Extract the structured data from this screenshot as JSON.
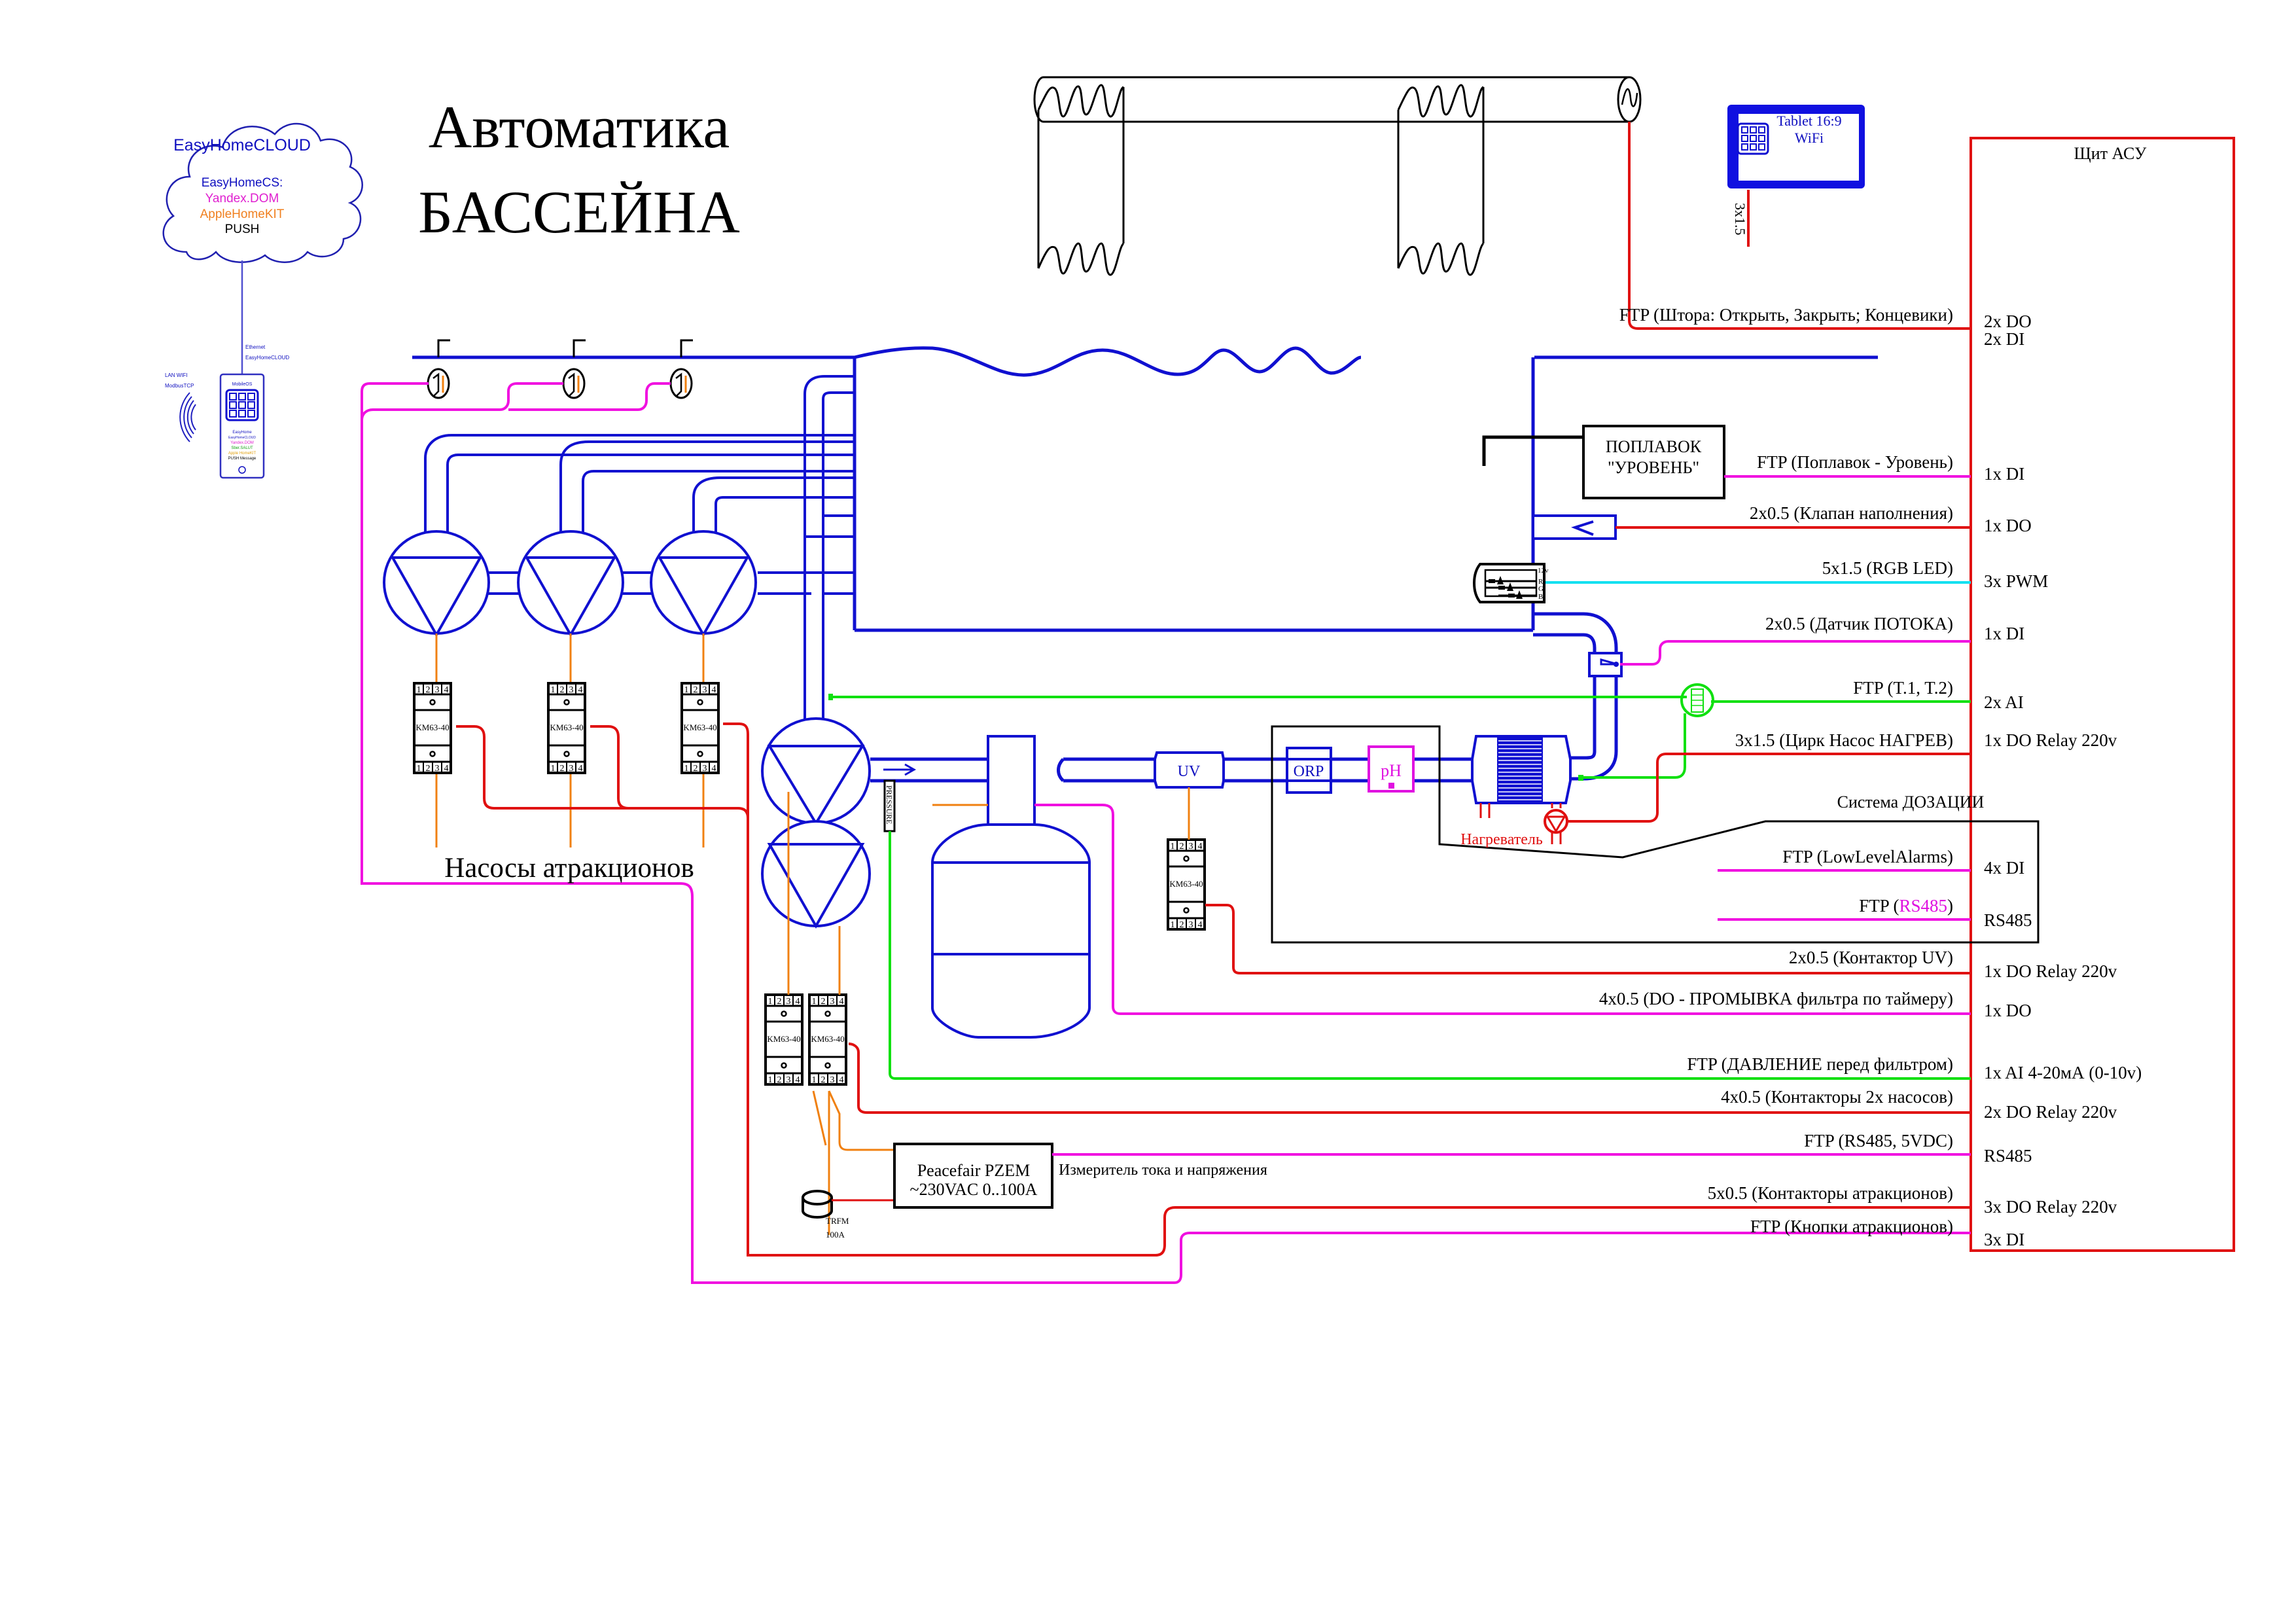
{
  "title": {
    "line1": "Автоматика",
    "line2": "БАССЕЙНА"
  },
  "cloud": {
    "title": "EasyHomeCLOUD",
    "subtitle": "EasyHomeCS:",
    "item_yandex": "Yandex.DOM",
    "item_apple": "AppleHomeKIT",
    "item_push": "PUSH"
  },
  "phone": {
    "ethernet_label": "Ethernet",
    "cloud_label": "EasyHomeCLOUD",
    "lan_label": "LAN WIFI",
    "modbus_label": "ModbusTCP",
    "os_label": "MobileOS",
    "apps": [
      "EasyHome",
      "EasyHomeCLOUD",
      "Yandex.DOM",
      "Sber.SALUT",
      "Apple HomeKIT",
      "PUSH Message"
    ]
  },
  "tablet": {
    "line1": "Tablet 16:9",
    "line2": "WiFi",
    "cable": "3x1.5"
  },
  "panel": {
    "title": "Щит АСУ"
  },
  "float_sensor": {
    "line1": "ПОПЛАВОК",
    "line2": "\"УРОВЕНЬ\""
  },
  "rgb_labels": [
    "12v",
    "R",
    "G",
    "B"
  ],
  "equipment": {
    "uv": "UV",
    "orp": "ORP",
    "ph": "pH",
    "heater": "Нагреватель",
    "pressure": "PRESSURE",
    "dosing": "Система ДОЗАЦИИ",
    "attraction_pumps": "Насосы атракционов",
    "pzem_line1": "Peacefair PZEM",
    "pzem_line2": "~230VAC 0..100A",
    "pzem_desc": "Измеритель тока и напряжения",
    "trfm_line1": "TRFM",
    "trfm_line2": "100A",
    "contactor_model": "KM63-40",
    "terminal_numbers": [
      "1",
      "2",
      "3",
      "4"
    ]
  },
  "connections": [
    {
      "cable": "FTP (Штора: Открыть, Закрыть; Концевики)",
      "io": [
        "2x DO",
        "2x DI"
      ],
      "color": "#e01010"
    },
    {
      "cable": "FTP (Поплавок - Уровень)",
      "io": [
        "1x DI"
      ],
      "color": "#f010e0"
    },
    {
      "cable": "2x0.5 (Клапан наполнения)",
      "io": [
        "1x DO"
      ],
      "color": "#e01010"
    },
    {
      "cable": "5x1.5 (RGB LED)",
      "io": [
        "3x PWM"
      ],
      "color": "#10e0f0"
    },
    {
      "cable": "2x0.5 (Датчик ПОТОКА)",
      "io": [
        "1x DI"
      ],
      "color": "#f010e0"
    },
    {
      "cable": "FTP (T.1, T.2)",
      "io": [
        "2x AI"
      ],
      "color": "#10e010"
    },
    {
      "cable": "3x1.5 (Цирк Насос НАГРЕВ)",
      "io": [
        "1x DO Relay 220v"
      ],
      "color": "#e01010"
    },
    {
      "cable": "FTP (LowLevelAlarms)",
      "io": [
        "4x DI"
      ],
      "color": "#f010e0"
    },
    {
      "cable_prefix": "FTP (",
      "cable_highlight": "RS485",
      "cable_suffix": ")",
      "io": [
        "RS485"
      ],
      "color": "#f010e0"
    },
    {
      "cable": "2x0.5 (Контактор UV)",
      "io": [
        "1x DO Relay 220v"
      ],
      "color": "#e01010"
    },
    {
      "cable": "4x0.5 (DO - ПРОМЫВКА фильтра по таймеру)",
      "io": [
        "1x DO"
      ],
      "color": "#f010e0"
    },
    {
      "cable": "FTP (ДАВЛЕНИЕ перед фильтром)",
      "io": [
        "1x AI 4-20мА (0-10v)"
      ],
      "color": "#10e010"
    },
    {
      "cable": "4x0.5 (Контакторы 2x насосов)",
      "io": [
        "2x DO Relay 220v"
      ],
      "color": "#e01010"
    },
    {
      "cable": "FTP (RS485, 5VDC)",
      "io": [
        "RS485"
      ],
      "color": "#f010e0"
    },
    {
      "cable": "5x0.5 (Контакторы атракционов)",
      "io": [
        "3x DO Relay 220v"
      ],
      "color": "#e01010"
    },
    {
      "cable": "FTP (Кнопки атракционов)",
      "io": [
        "3x DI"
      ],
      "color": "#f010e0"
    }
  ]
}
